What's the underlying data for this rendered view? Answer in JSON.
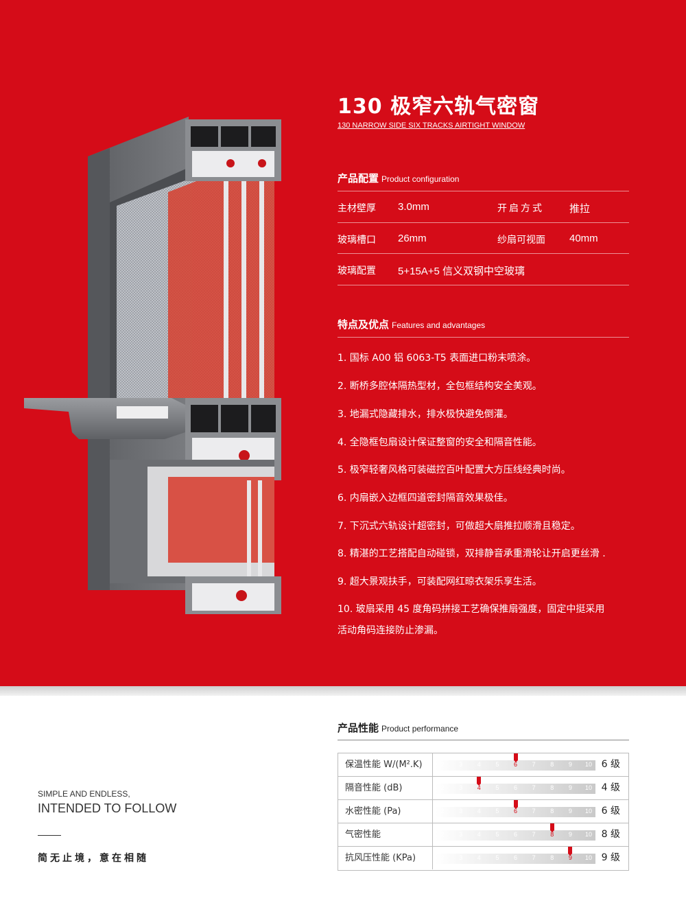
{
  "header": {
    "title": "130 极窄六轨气密窗",
    "subtitle": "130 NARROW SIDE SIX TRACKS AIRTIGHT WINDOW"
  },
  "config": {
    "heading_zh": "产品配置",
    "heading_en": "Product configuration",
    "rows": [
      {
        "label1": "主材壁厚",
        "value1": "3.0mm",
        "label2": "开启方式",
        "value2": "推拉"
      },
      {
        "label1": "玻璃槽口",
        "value1": "26mm",
        "label2": "纱扇可视面",
        "value2": "40mm"
      },
      {
        "label1": "玻璃配置",
        "value1": "5+15A+5 信义双钢中空玻璃"
      }
    ]
  },
  "features": {
    "heading_zh": "特点及优点",
    "heading_en": "Features and advantages",
    "items": [
      "1. 国标 A00 铝 6063-T5 表面进口粉末喷涂。",
      "2. 断桥多腔体隔热型材，全包框结构安全美观。",
      "3. 地漏式隐藏排水，排水极快避免倒灌。",
      "4. 全隐框包扇设计保证整窗的安全和隔音性能。",
      "5. 极窄轻奢风格可装磁控百叶配置大方压线经典时尚。",
      "6. 内扇嵌入边框四道密封隔音效果极佳。",
      "7. 下沉式六轨设计超密封，可做超大扇推拉顺滑且稳定。",
      "8. 精湛的工艺搭配自动碰锁，双排静音承重滑轮让开启更丝滑 .",
      "9. 超大景观扶手，可装配网红晾衣架乐享生活。",
      "10. 玻扇采用 45 度角码拼接工艺确保推扇强度，固定中挺采用",
      "活动角码连接防止渗漏。"
    ]
  },
  "slogan": {
    "line1": "SIMPLE AND ENDLESS,",
    "line2": "INTENDED TO FOLLOW",
    "line3": "简无止境，意在相随"
  },
  "performance": {
    "heading_zh": "产品性能",
    "heading_en": "Product performance",
    "scale": [
      "2",
      "3",
      "4",
      "5",
      "6",
      "7",
      "8",
      "9",
      "10"
    ],
    "rows": [
      {
        "label": "保温性能 W/(M².K)",
        "value": 6,
        "level": "6 级"
      },
      {
        "label": "隔音性能 (dB)",
        "value": 4,
        "level": "4 级"
      },
      {
        "label": "水密性能 (Pa)",
        "value": 6,
        "level": "6 级"
      },
      {
        "label": "气密性能",
        "value": 8,
        "level": "8 级"
      },
      {
        "label": "抗风压性能 (KPa)",
        "value": 9,
        "level": "9 级"
      }
    ]
  },
  "colors": {
    "brand_red": "#d50c18",
    "frame_grey": "#6d6f73"
  }
}
